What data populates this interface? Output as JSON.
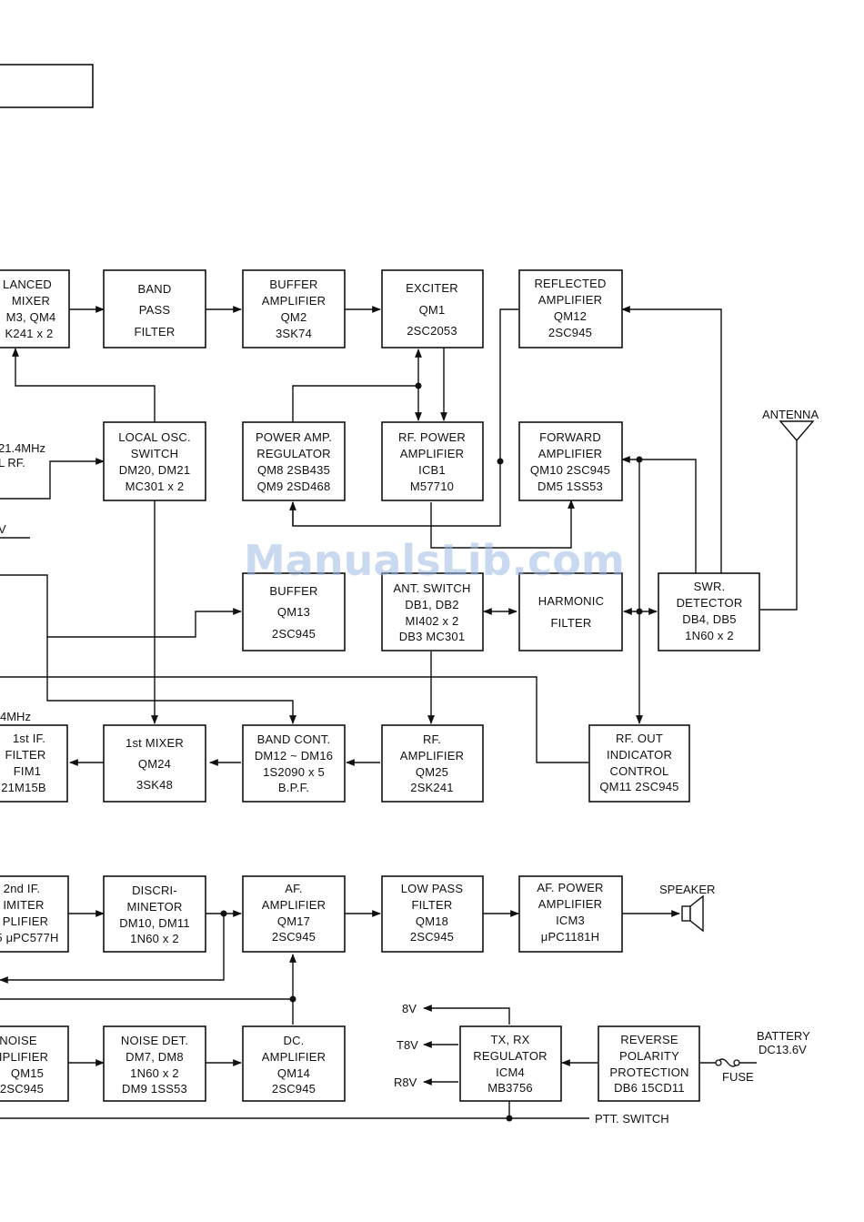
{
  "watermark": "ManualsLib.com",
  "colors": {
    "ink": "#111111",
    "paper": "#ffffff",
    "watermark": "#9db9e4"
  },
  "blocks": {
    "balanced_mixer": [
      "LANCED",
      "MIXER",
      "M3, QM4",
      "K241 x 2"
    ],
    "band_pass_filter": [
      "BAND",
      "PASS",
      "FILTER"
    ],
    "buffer_amplifier_qm2": [
      "BUFFER",
      "AMPLIFIER",
      "QM2",
      "3SK74"
    ],
    "exciter": [
      "EXCITER",
      "QM1",
      "2SC2053"
    ],
    "reflected_amplifier": [
      "REFLECTED",
      "AMPLIFIER",
      "QM12",
      "2SC945"
    ],
    "local_osc_switch": [
      "LOCAL OSC.",
      "SWITCH",
      "DM20, DM21",
      "MC301 x 2"
    ],
    "power_amp_regulator": [
      "POWER AMP.",
      "REGULATOR",
      "QM8 2SB435",
      "QM9 2SD468"
    ],
    "rf_power_amplifier": [
      "RF. POWER",
      "AMPLIFIER",
      "ICB1",
      "M57710"
    ],
    "forward_amplifier": [
      "FORWARD",
      "AMPLIFIER",
      "QM10 2SC945",
      "DM5 1SS53"
    ],
    "buffer_qm13": [
      "BUFFER",
      "QM13",
      "2SC945"
    ],
    "ant_switch": [
      "ANT. SWITCH",
      "DB1, DB2",
      "MI402 x 2",
      "DB3 MC301"
    ],
    "harmonic_filter": [
      "HARMONIC",
      "FILTER"
    ],
    "swr_detector": [
      "SWR.",
      "DETECTOR",
      "DB4, DB5",
      "1N60 x 2"
    ],
    "first_if_filter": [
      "1st IF.",
      "FILTER",
      "FIM1",
      "21M15B"
    ],
    "first_mixer": [
      "1st MIXER",
      "QM24",
      "3SK48"
    ],
    "band_cont": [
      "BAND CONT.",
      "DM12 ~ DM16",
      "1S2090 x 5",
      "B.P.F."
    ],
    "rf_amplifier": [
      "RF.",
      "AMPLIFIER",
      "QM25",
      "2SK241"
    ],
    "rf_out_indicator": [
      "RF. OUT",
      "INDICATOR",
      "CONTROL",
      "QM11 2SC945"
    ],
    "second_if_limiter": [
      "2nd IF.",
      "IMITER",
      "PLIFIER",
      "5 μPC577H"
    ],
    "discriminator": [
      "DISCRI-",
      "MINETOR",
      "DM10, DM11",
      "1N60 x 2"
    ],
    "af_amplifier": [
      "AF.",
      "AMPLIFIER",
      "QM17",
      "2SC945"
    ],
    "low_pass_filter": [
      "LOW PASS",
      "FILTER",
      "QM18",
      "2SC945"
    ],
    "af_power_amplifier": [
      "AF. POWER",
      "AMPLIFIER",
      "ICM3",
      "μPC1181H"
    ],
    "noise_amplifier": [
      "NOISE",
      "IPLIFIER",
      "QM15",
      "2SC945"
    ],
    "noise_det": [
      "NOISE DET.",
      "DM7, DM8",
      "1N60 x 2",
      "DM9 1SS53"
    ],
    "dc_amplifier": [
      "DC.",
      "AMPLIFIER",
      "QM14",
      "2SC945"
    ],
    "tx_rx_regulator": [
      "TX, RX",
      "REGULATOR",
      "ICM4",
      "MB3756"
    ],
    "reverse_polarity": [
      "REVERSE",
      "POLARITY",
      "PROTECTION",
      "DB6 15CD11"
    ]
  },
  "labels": {
    "antenna": "ANTENNA",
    "speaker": "SPEAKER",
    "battery": "BATTERY",
    "battery_voltage": "DC13.6V",
    "fuse": "FUSE",
    "ptt_switch": "PTT. SWITCH",
    "rail_8v": "8V",
    "rail_t8v": "T8V",
    "rail_r8v": "R8V",
    "local_freq_1": "21.4MHz",
    "local_freq_2": "L RF.",
    "if_freq": "4MHz",
    "left_mark": "V"
  }
}
